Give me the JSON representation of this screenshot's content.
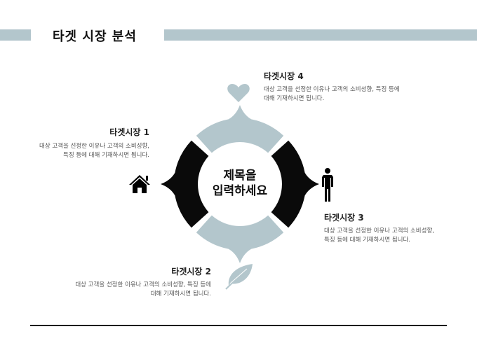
{
  "header": {
    "title": "타겟 시장 분석",
    "accent": "#b3c6cc"
  },
  "center": {
    "line1": "제목을",
    "line2": "입력하세요"
  },
  "targets": [
    {
      "title": "타겟시장 1",
      "line1": "대상 고객을 선정한 이유나 고객의 소비성향,",
      "line2": "특징 등에 대해 기재하시면 됩니다.",
      "icon": "house-icon"
    },
    {
      "title": "타겟시장 2",
      "line1": "대상 고객을 선정한 이유나 고객의 소비성향, 특징 등에",
      "line2": "대해 기재하시면 됩니다.",
      "icon": "leaf-icon"
    },
    {
      "title": "타겟시장 3",
      "line1": "대상 고객을 선정한 이유나 고객의 소비성향,",
      "line2": "특징 등에 대해 기재하시면 됩니다.",
      "icon": "person-icon"
    },
    {
      "title": "타겟시장 4",
      "line1": "대상 고객을 선정한 이유나 고객의 소비성향, 특징 등에",
      "line2": "대해 기재하시면 됩니다.",
      "icon": "heart-icon"
    }
  ],
  "colors": {
    "light": "#b3c6cc",
    "dark": "#0a0a0a"
  }
}
